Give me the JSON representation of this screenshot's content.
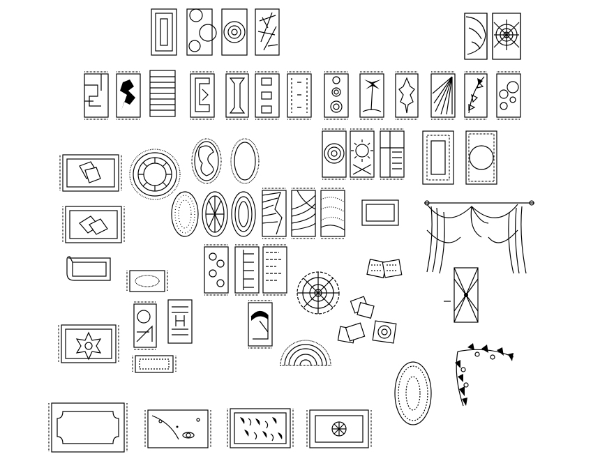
{
  "colors": {
    "background": "#ffffff",
    "ink": "#000000"
  },
  "rows": [
    {
      "name": "top-rugs",
      "items": [
        "rectangle-border-icon",
        "circles-icon",
        "concentric-circles-icon",
        "abstract-strokes-icon",
        "leaf-icon",
        "spider-web-icon"
      ]
    },
    {
      "name": "fringed-rugs",
      "items": [
        "block-pattern-icon",
        "flower-motif-icon",
        "horizontal-stripes-icon",
        "key-pattern-icon",
        "ornate-frame-icon",
        "square-blocks-icon",
        "dotted-border-icon",
        "ring-column-icon",
        "palm-tree-icon",
        "holly-leaf-icon",
        "sunrays-icon",
        "ivy-vine-icon",
        "bubbles-icon"
      ]
    },
    {
      "name": "round-and-oval-rugs",
      "items": [
        "round-rug-icon",
        "oval-figure-rug-icon",
        "oval-rug-icon",
        "oval-dotted-rug-icon",
        "oval-sunburst-rug-icon",
        "oval-ringed-rug-icon"
      ]
    },
    {
      "name": "decor",
      "items": [
        "curtain-icon",
        "cushion-icon",
        "mandala-icon",
        "half-round-rug-icon",
        "corner-vine-icon",
        "lamp-icon"
      ]
    }
  ]
}
